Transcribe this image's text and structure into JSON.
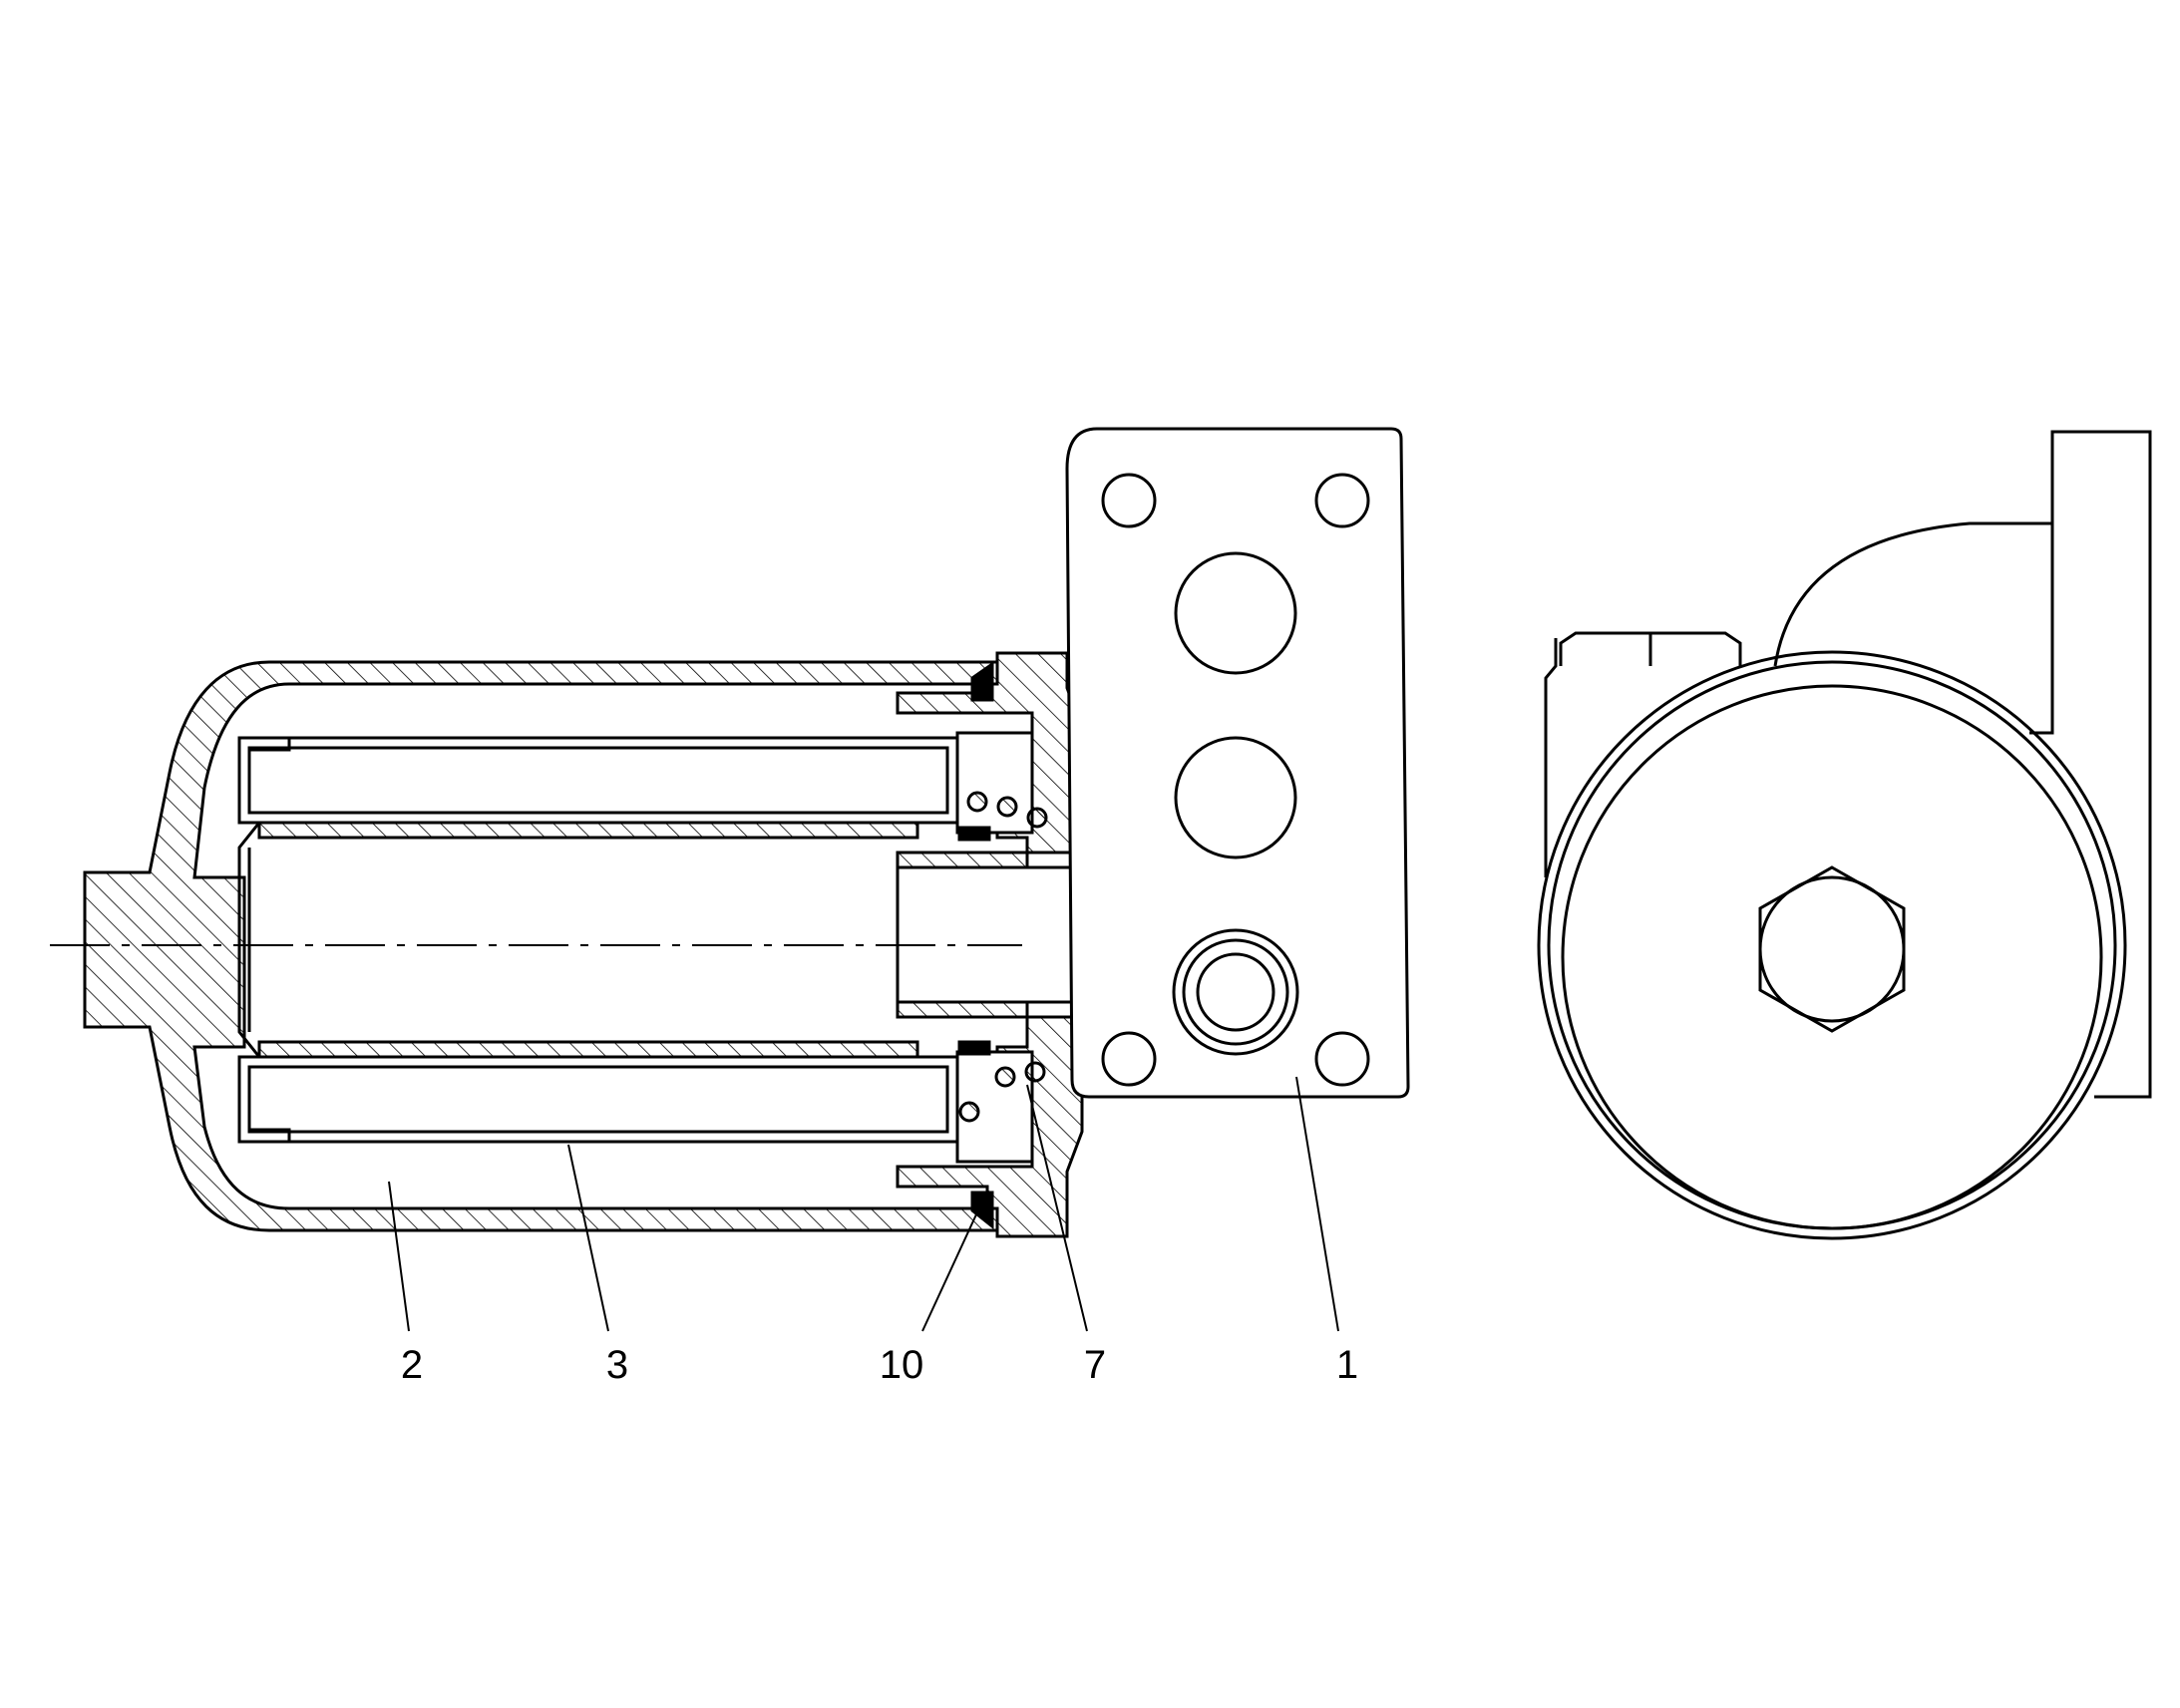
{
  "callouts": [
    {
      "id": "label-2",
      "text": "2"
    },
    {
      "id": "label-3",
      "text": "3"
    },
    {
      "id": "label-10",
      "text": "10"
    },
    {
      "id": "label-7",
      "text": "7"
    },
    {
      "id": "label-1",
      "text": "1"
    }
  ],
  "colors": {
    "line": "#000000",
    "background": "#ffffff"
  }
}
